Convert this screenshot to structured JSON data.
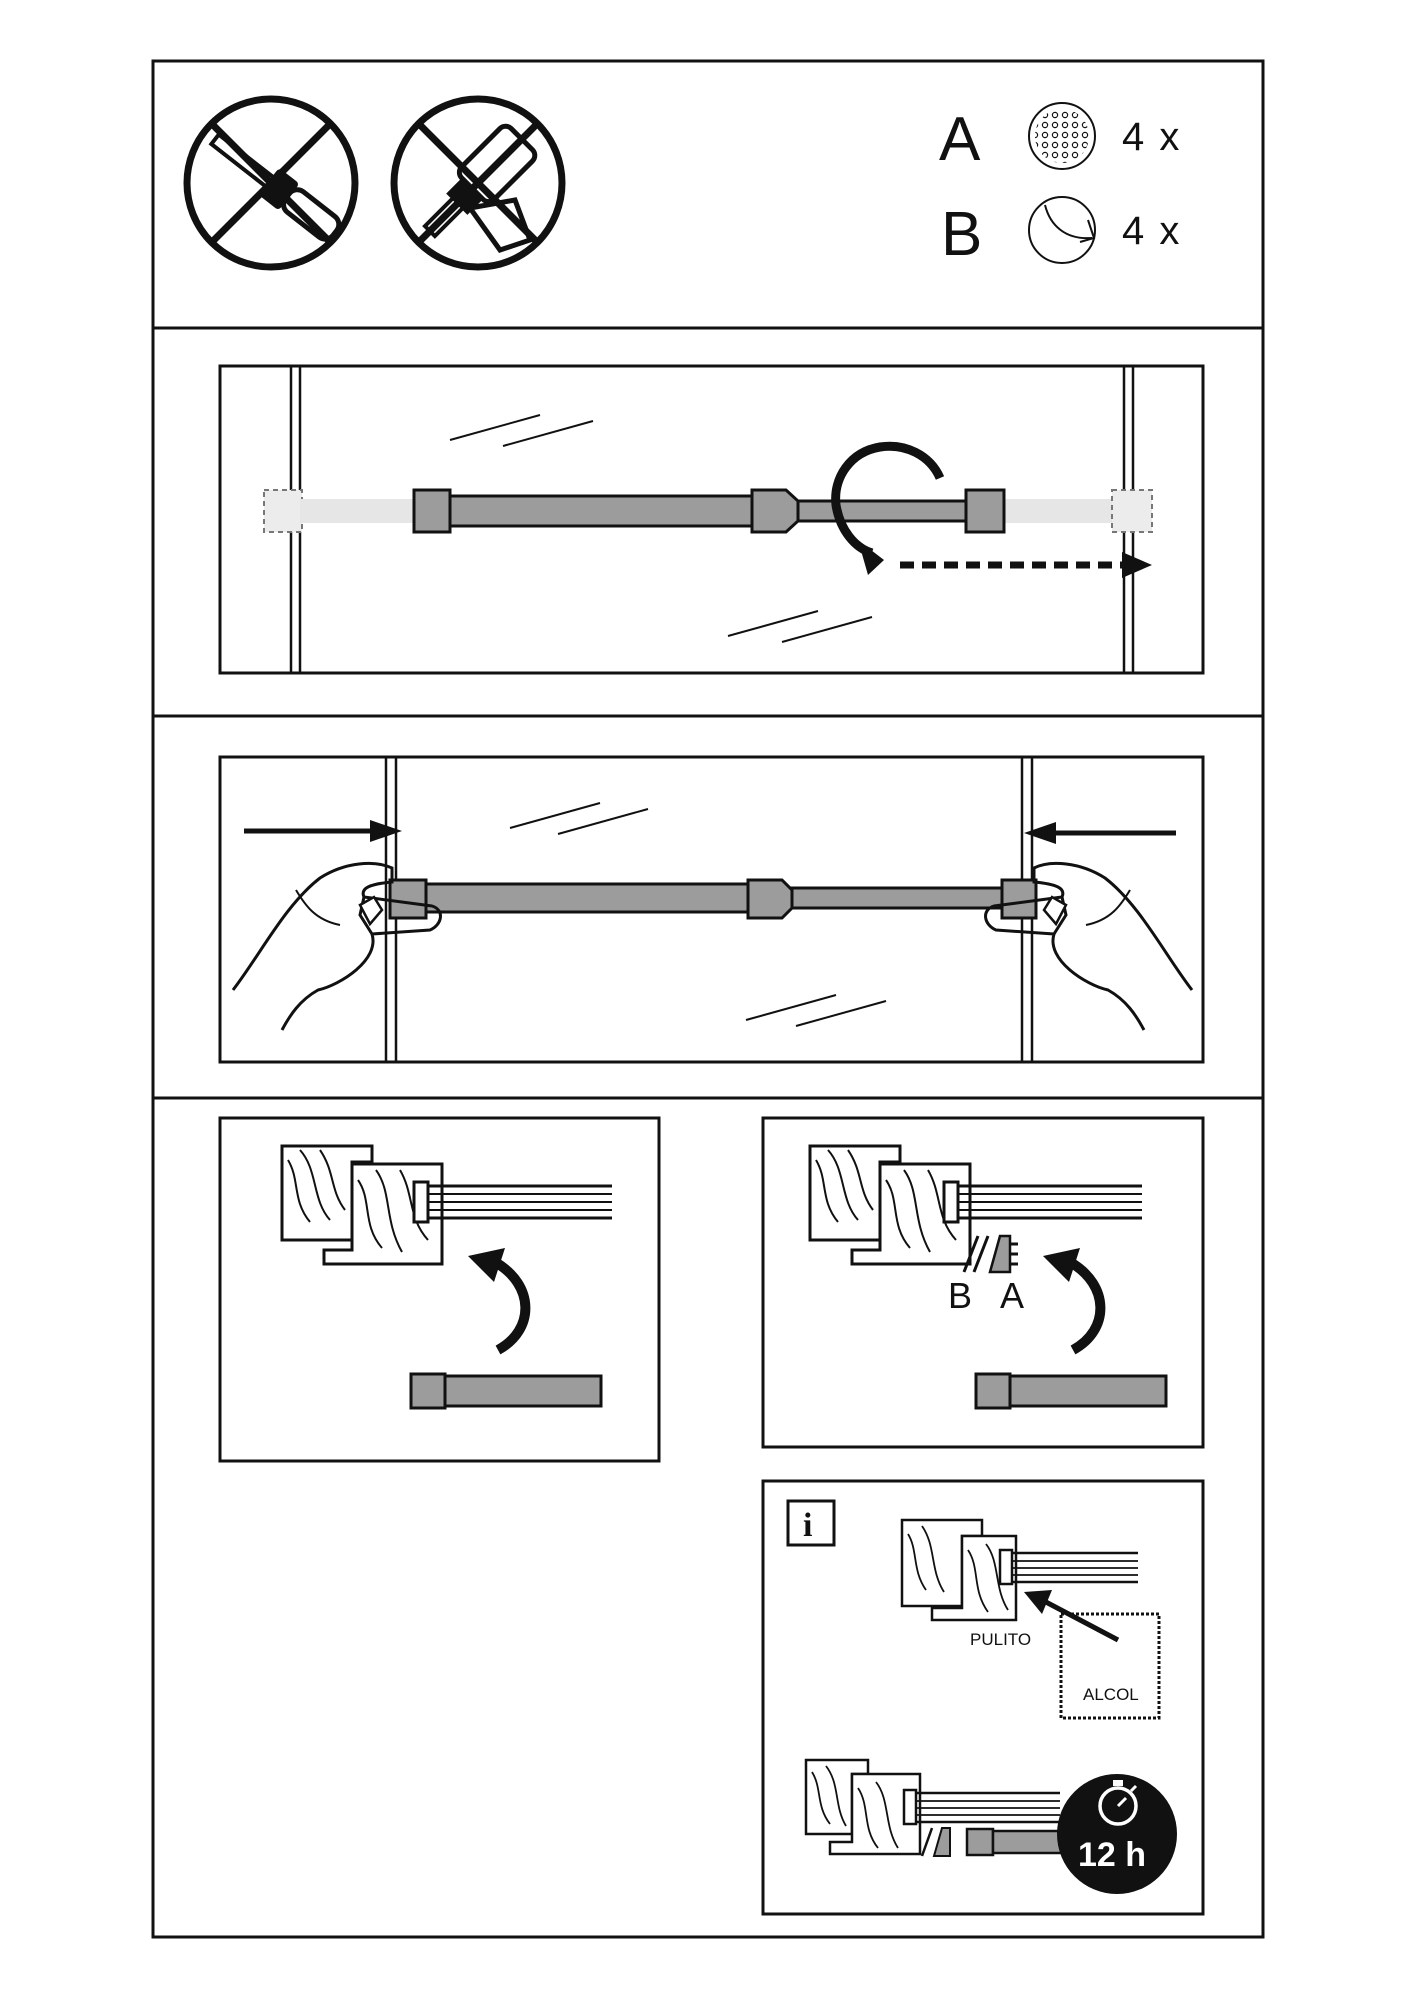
{
  "parts": [
    {
      "letter": "A",
      "qty": "4 x",
      "icon": "textured-adhesive-pad-icon"
    },
    {
      "letter": "B",
      "qty": "4 x",
      "icon": "round-sticker-icon"
    }
  ],
  "prohibited_tools": [
    "no-screwdriver-icon",
    "no-power-drill-icon"
  ],
  "step4": {
    "label_b": "B",
    "label_a": "A"
  },
  "info": {
    "icon_text": "i",
    "clean_label": "PULITO",
    "solvent_label": "ALCOL",
    "wait_time": "12 h",
    "timer_icon": "stopwatch-icon"
  },
  "colors": {
    "rod": "#9c9c9c",
    "rod_ghost": "#e3e3e3",
    "line": "#111111",
    "badge": "#111111"
  }
}
